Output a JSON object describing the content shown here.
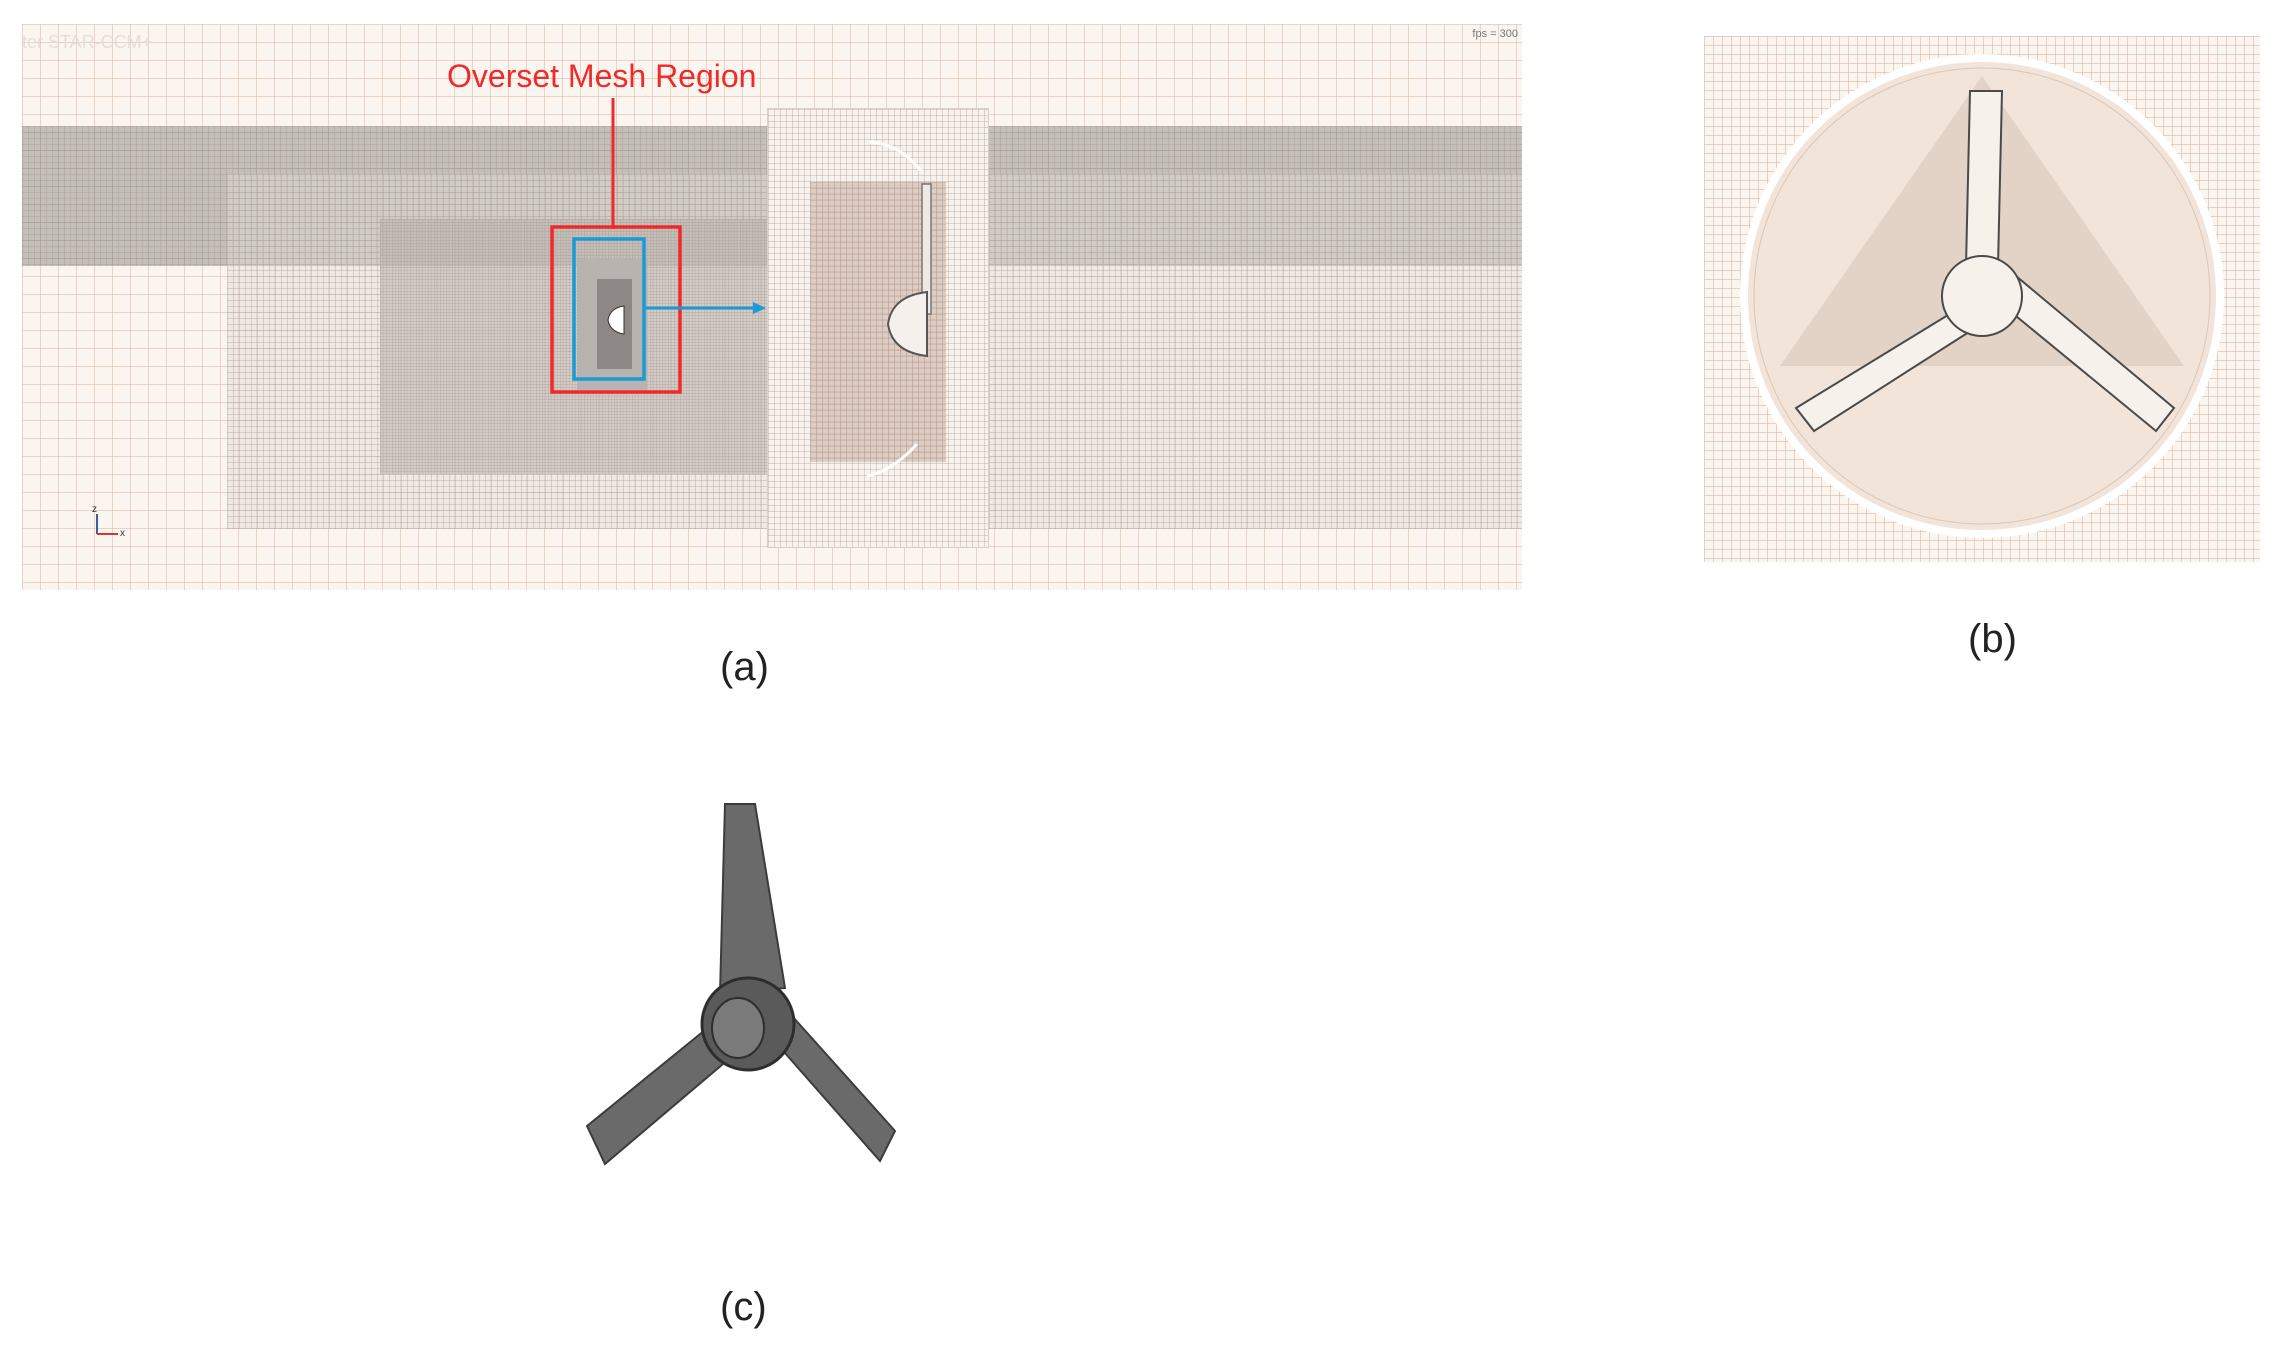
{
  "panel_a": {
    "watermark": "ter STAR-CCM+",
    "fps_label": "fps = 300",
    "annotation": "Overset Mesh Region",
    "caption": "(a)"
  },
  "panel_b": {
    "caption": "(b)"
  },
  "panel_c": {
    "caption": "(c)"
  },
  "colors": {
    "annotation_red": "#f02a2a",
    "inner_box_blue": "#1a9ad6",
    "mesh_background": "#fbf5ef",
    "blade_gray": "#6a6a6a"
  }
}
